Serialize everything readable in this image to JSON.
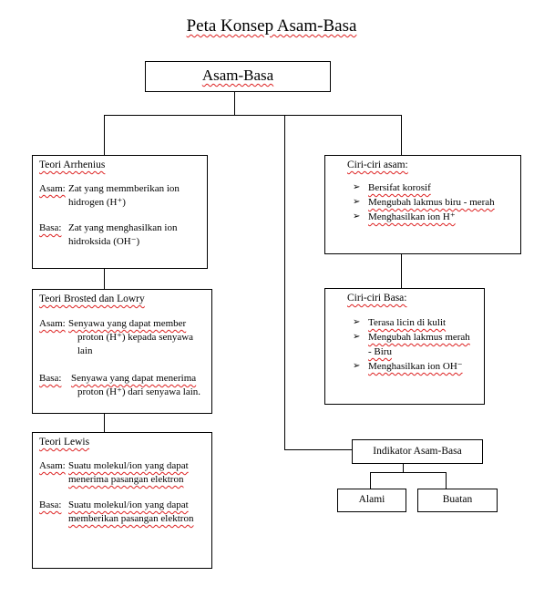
{
  "title": "Peta Konsep Asam-Basa",
  "root": "Asam-Basa",
  "arrhenius": {
    "heading": "Teori Arrhenius",
    "asam_label": "Asam:",
    "asam_line1": "Zat yang memmberikan ion",
    "asam_line2": "hidrogen (H⁺)",
    "basa_label": "Basa:",
    "basa_line1": "Zat yang menghasilkan ion",
    "basa_line2": "hidroksida (OH⁻)"
  },
  "bronsted": {
    "heading": "Teori Brosted dan Lowry",
    "asam_label": "Asam:",
    "asam_line1": "Senyawa yang dapat member",
    "asam_line2": "proton (H⁺) kepada senyawa",
    "asam_line3": "lain",
    "basa_label": "Basa:",
    "basa_line1": "Senyawa yang dapat menerima",
    "basa_line2": "proton (H⁺) dari senyawa lain."
  },
  "lewis": {
    "heading": "Teori Lewis",
    "asam_label": "Asam:",
    "asam_line1": "Suatu molekul/ion yang dapat",
    "asam_line2": "menerima pasangan elektron",
    "basa_label": "Basa:",
    "basa_line1": "Suatu molekul/ion yang dapat",
    "basa_line2": "memberikan pasangan elektron"
  },
  "ciri_asam": {
    "heading": "Ciri-ciri asam:",
    "items": [
      "Bersifat korosif",
      "Mengubah lakmus biru - merah",
      "Menghasilkan ion H⁺"
    ]
  },
  "ciri_basa": {
    "heading": "Ciri-ciri Basa:",
    "item1": "Terasa licin di kulit",
    "item2_line1": "Mengubah lakmus merah",
    "item2_line2": "- Biru",
    "item3": "Menghasilkan ion OH⁻"
  },
  "indikator": {
    "heading": "Indikator Asam-Basa",
    "alami": "Alami",
    "buatan": "Buatan"
  }
}
